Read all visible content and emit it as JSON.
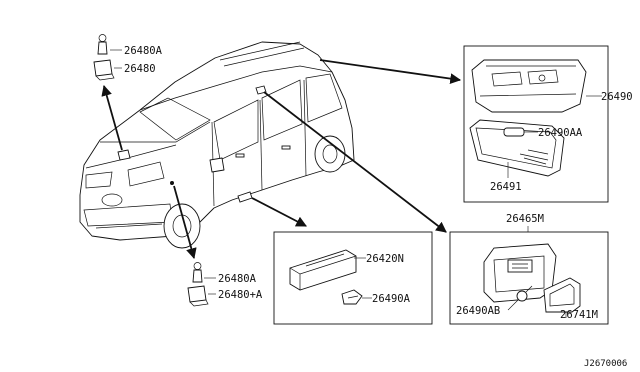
{
  "parts": {
    "p26480A_top": "26480A",
    "p26480_top": "26480",
    "p26490": "26490",
    "p26490AA": "26490AA",
    "p26491": "26491",
    "p26465M": "26465M",
    "p26420N": "26420N",
    "p26490A": "26490A",
    "p26480A_bottom": "26480A",
    "p26480plusA": "26480+A",
    "p26490AB": "26490AB",
    "p26741M": "26741M"
  },
  "diagram_id": "J2670006"
}
